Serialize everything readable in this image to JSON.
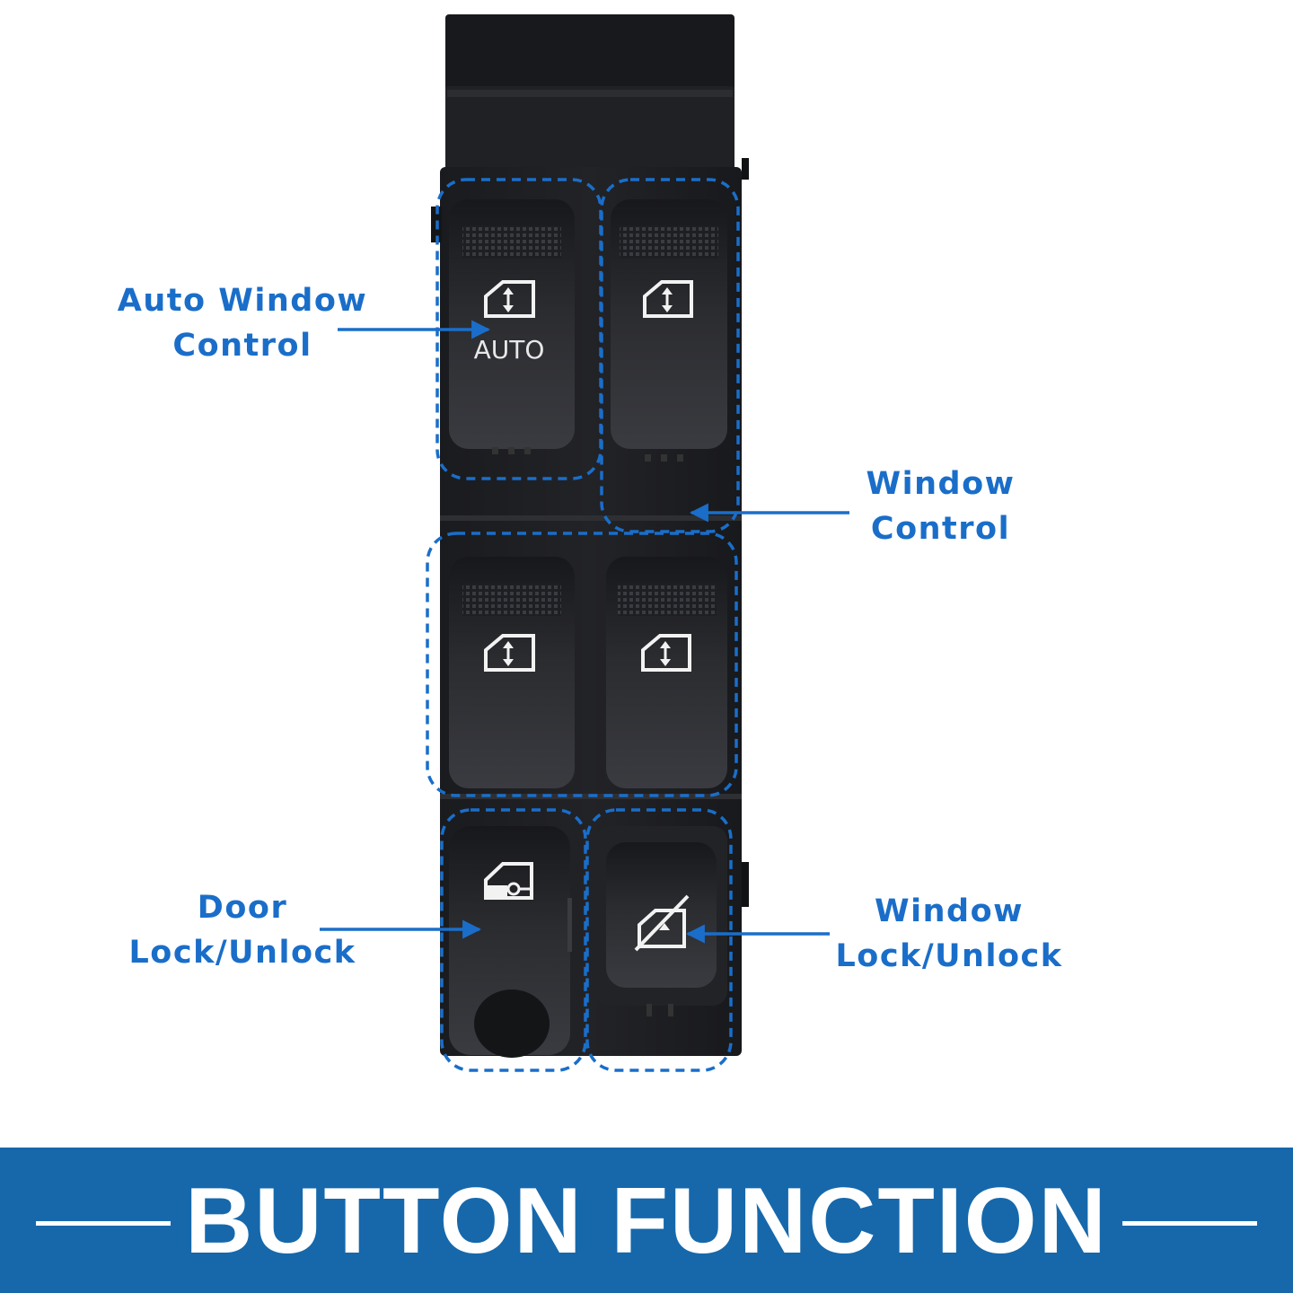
{
  "colors": {
    "accent": "#1a6ec9",
    "banner": "#1668ab",
    "switch_body": "#1c1d20",
    "button": "#2a2b2f",
    "icon": "#f2f2f2",
    "banner_text": "#ffffff"
  },
  "callouts": {
    "auto_window": {
      "line1": "Auto Window",
      "line2": "Control"
    },
    "window_control": {
      "line1": "Window",
      "line2": "Control"
    },
    "door_lock": {
      "line1": "Door",
      "line2": "Lock/Unlock"
    },
    "window_lock": {
      "line1": "Window",
      "line2": "Lock/Unlock"
    }
  },
  "buttons": {
    "auto_label": "AUTO"
  },
  "icons": {
    "window_switch": "window-up-down-icon",
    "door_lock": "door-key-icon",
    "window_lock": "window-lock-icon"
  },
  "banner": {
    "title": "BUTTON FUNCTION"
  }
}
